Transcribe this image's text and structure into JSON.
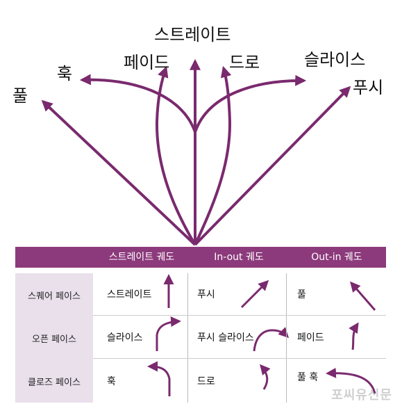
{
  "colors": {
    "accent": "#7a2a6e",
    "header_bg": "#8c3a7c",
    "label_bg": "#e9e0ec"
  },
  "top_labels": {
    "straight": "스트레이트",
    "fade": "페이드",
    "draw": "드로",
    "hook": "훅",
    "slice": "슬라이스",
    "pull": "풀",
    "push": "푸시"
  },
  "table": {
    "headers": [
      "스트레이트 궤도",
      "In-out 궤도",
      "Out-in 궤도"
    ],
    "rows": [
      {
        "label": "스퀘어 페이스",
        "cells": [
          "스트레이트",
          "푸시",
          "풀"
        ]
      },
      {
        "label": "오픈 페이스",
        "cells": [
          "슬라이스",
          "푸시 슬라이스",
          "페이드"
        ]
      },
      {
        "label": "클로즈 페이스",
        "cells": [
          "훅",
          "드로",
          "풀 훅"
        ]
      }
    ]
  },
  "watermark": "포씨유신문"
}
